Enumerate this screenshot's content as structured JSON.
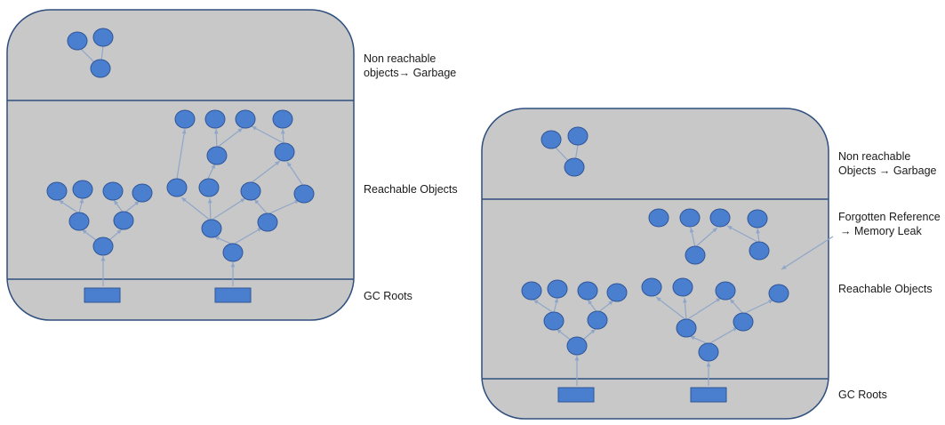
{
  "colors": {
    "panel_fill": "#c8c8c8",
    "panel_stroke": "#2f4f7f",
    "node_fill": "#4a7fcf",
    "node_stroke": "#2f5597",
    "edge": "#8fa6c8"
  },
  "left_diagram": {
    "garbage_label": [
      "Non reachable",
      "objects→ Garbage"
    ],
    "reachable_label": "Reachable Objects",
    "roots_label": "GC Roots"
  },
  "right_diagram": {
    "garbage_label": [
      "Non reachable",
      "Objects → Garbage"
    ],
    "leak_label": [
      "Forgotten Reference",
      "→ Memory Leak"
    ],
    "reachable_label": "Reachable Objects",
    "roots_label": "GC Roots"
  }
}
